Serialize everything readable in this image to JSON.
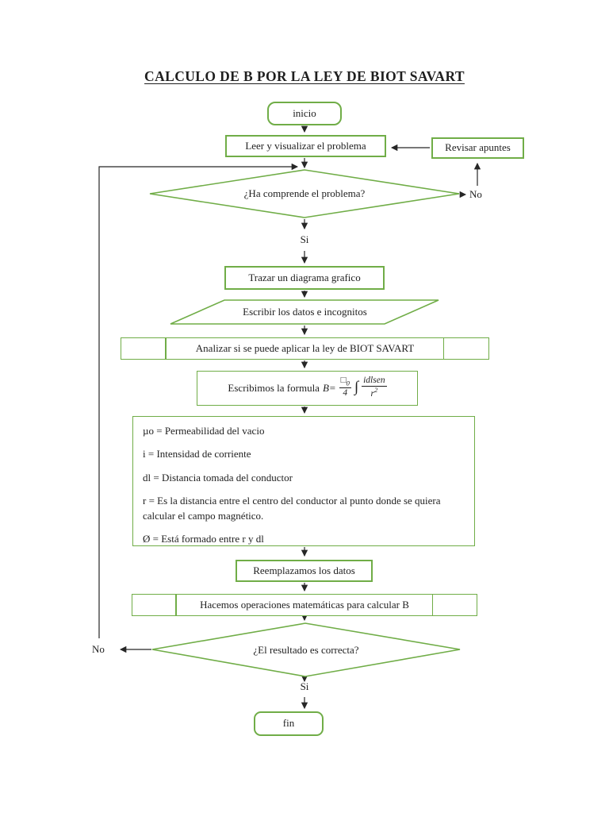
{
  "title": "CALCULO DE B POR LA LEY DE BIOT SAVART",
  "colors": {
    "shape_green": "#70ad47",
    "line_color": "#262626"
  },
  "nodes": {
    "inicio": "inicio",
    "leer": "Leer y visualizar el problema",
    "revisar": "Revisar apuntes",
    "decision1": "¿Ha comprende el problema?",
    "trazar": "Trazar un diagrama grafico",
    "escribir": "Escribir los datos e incognitos",
    "analizar": "Analizar si se puede aplicar la ley de BIOT SAVART",
    "reemplazar": "Reemplazamos los datos",
    "operaciones": "Hacemos operaciones matemáticas para calcular B",
    "decision2": "¿El resultado es correcta?",
    "fin": "fin"
  },
  "formula": {
    "intro": "Escribimos la formula",
    "lhs": "B=",
    "frac1_num": "□",
    "frac1_num_sub": "0",
    "frac1_den": "4",
    "integral": "∫",
    "frac2_num": "idlsen",
    "frac2_den_base": "r",
    "frac2_den_sup": "2"
  },
  "definitions": [
    "µo = Permeabilidad del vacio",
    "i = Intensidad de corriente",
    "dl = Distancia tomada del conductor",
    "r = Es la distancia entre el centro del conductor al punto donde se quiera calcular el campo magnético.",
    "Ø = Está formado entre r y dl"
  ],
  "edge_labels": {
    "si1": "Si",
    "no1": "No",
    "si2": "Si",
    "no2": "No"
  }
}
